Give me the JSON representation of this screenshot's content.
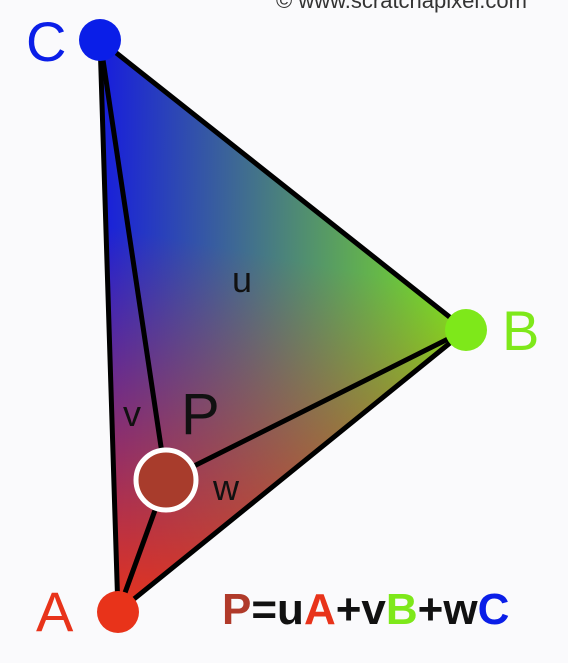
{
  "copyright": "© www.scratchapixel.com",
  "vertices": {
    "A": {
      "label": "A",
      "color": "#e8331a"
    },
    "B": {
      "label": "B",
      "color": "#7ee81a"
    },
    "C": {
      "label": "C",
      "color": "#0a1ee8"
    }
  },
  "point": {
    "label": "P",
    "color": "#b03a2a"
  },
  "regions": {
    "u": "u",
    "v": "v",
    "w": "w"
  },
  "formula": {
    "p": "P",
    "eq": "=u",
    "a": "A",
    "plus_v": "+v",
    "b": "B",
    "plus_w": "+w",
    "c": "C"
  }
}
